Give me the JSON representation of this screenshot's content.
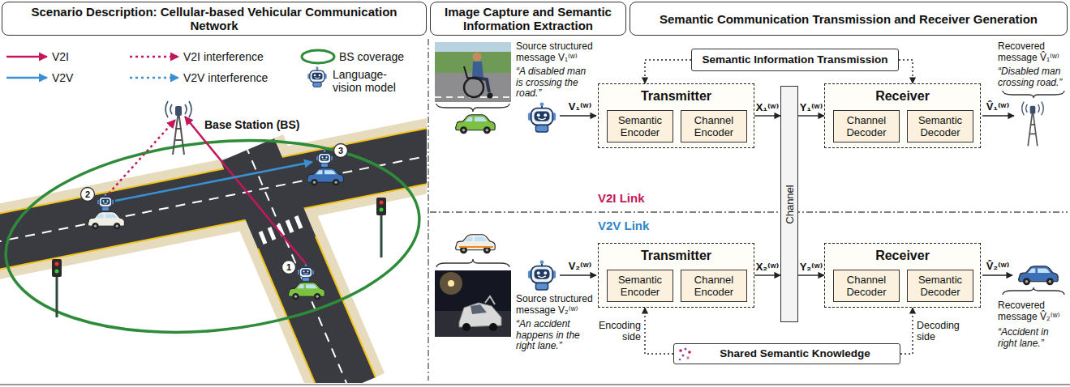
{
  "diagram": {
    "nodes": [
      {
        "text": [
          "Scenario Description: Cellular-based Vehicular Communication Network"
        ]
      },
      {
        "text": [
          "Image Capture and Semantic Information Extraction"
        ]
      },
      {
        "text": [
          "Semantic Communication Transmission and Receiver Generation"
        ]
      },
      {
        "text": [
          "Semantic Information Transmission"
        ]
      },
      {
        "text": [
          "Transmitter"
        ]
      },
      {
        "text": [
          "Semantic Encoder"
        ],
        "in": 4
      },
      {
        "text": [
          "Channel Encoder"
        ],
        "in": 4
      },
      {
        "text": [
          "Channel"
        ]
      },
      {
        "text": [
          "Receiver"
        ]
      },
      {
        "text": [
          "Channel Decoder"
        ],
        "in": 8
      },
      {
        "text": [
          "Semantic Decoder"
        ],
        "in": 8
      },
      {
        "text": [
          "Transmitter"
        ]
      },
      {
        "text": [
          "Semantic Encoder"
        ],
        "in": 11
      },
      {
        "text": [
          "Channel Encoder"
        ],
        "in": 11
      },
      {
        "text": [
          "Receiver"
        ]
      },
      {
        "text": [
          "Channel Decoder"
        ],
        "in": 14
      },
      {
        "text": [
          "Semantic Decoder"
        ],
        "in": 14
      },
      {
        "text": [
          "Shared Semantic Knowledge"
        ]
      }
    ],
    "edges": [
      {
        "from": 3,
        "to": 4,
        "arrow": "to"
      },
      {
        "from": 3,
        "to": 8,
        "arrow": "to"
      },
      {
        "from": 5,
        "to": 6,
        "arrow": "to"
      },
      {
        "from": 4,
        "to": 7,
        "label": "X₁⁽ʷ⁾",
        "arrow": "to"
      },
      {
        "from": 7,
        "to": 8,
        "label": "Y₁⁽ʷ⁾",
        "arrow": "to"
      },
      {
        "from": 9,
        "to": 10,
        "arrow": "to"
      },
      {
        "from": 12,
        "to": 13,
        "arrow": "to"
      },
      {
        "from": 11,
        "to": 7,
        "label": "X₂⁽ʷ⁾",
        "arrow": "to"
      },
      {
        "from": 7,
        "to": 14,
        "label": "Y₂⁽ʷ⁾",
        "arrow": "to"
      },
      {
        "from": 15,
        "to": 16,
        "arrow": "to"
      },
      {
        "from": 17,
        "to": 11,
        "label": "Encoding side",
        "arrow": "to"
      },
      {
        "from": 17,
        "to": 14,
        "label": "Decoding side",
        "arrow": "to"
      }
    ],
    "labels": [
      "Base Station (BS)",
      "1",
      "2",
      "3",
      "Source structured message V₁⁽ʷ⁾",
      "“A disabled man is crossing the road.”",
      "V₁⁽ʷ⁾",
      "Recovered message V̂₁⁽ʷ⁾",
      "“Disabled man crossing road.”",
      "V̂₁⁽ʷ⁾",
      "V2I Link",
      "V2V Link",
      "Source structured message V₂⁽ʷ⁾",
      "“An accident happens in the right lane.”",
      "V₂⁽ʷ⁾",
      "Recovered message V̂₂⁽ʷ⁾",
      "“Accident in right lane.”",
      "V̂₂⁽ʷ⁾"
    ],
    "legend": [
      {
        "text": "V2I"
      },
      {
        "text": "V2I interference"
      },
      {
        "text": "BS coverage"
      },
      {
        "text": "V2V"
      },
      {
        "text": "V2V interference"
      },
      {
        "text": "Language-vision model"
      }
    ]
  }
}
